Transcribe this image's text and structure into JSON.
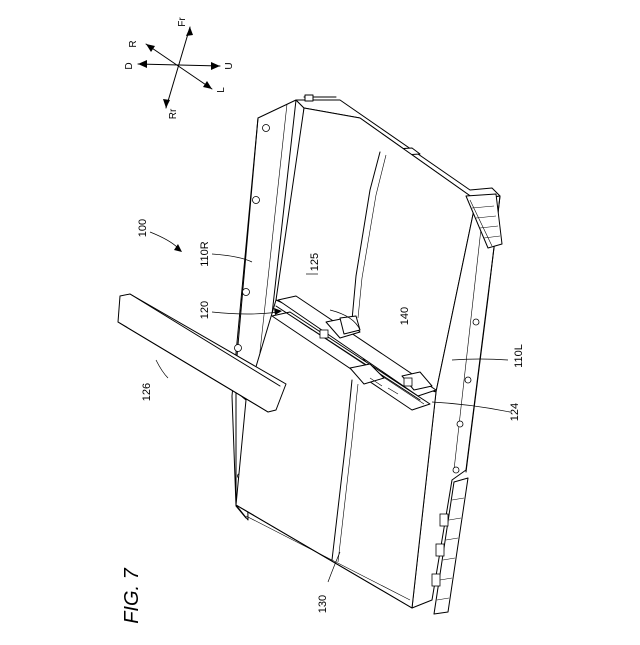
{
  "figure": {
    "label": "FIG. 7",
    "direction_labels": {
      "front": "Fr",
      "rear": "Rr",
      "right": "R",
      "left": "L",
      "up": "U",
      "down": "D"
    },
    "reference_numerals": {
      "assembly": "100",
      "right_frame": "110R",
      "left_frame": "110L",
      "bracket": "120",
      "cable": "124",
      "space": "125",
      "strap": "126",
      "floor_panel": "130",
      "member": "140"
    }
  }
}
